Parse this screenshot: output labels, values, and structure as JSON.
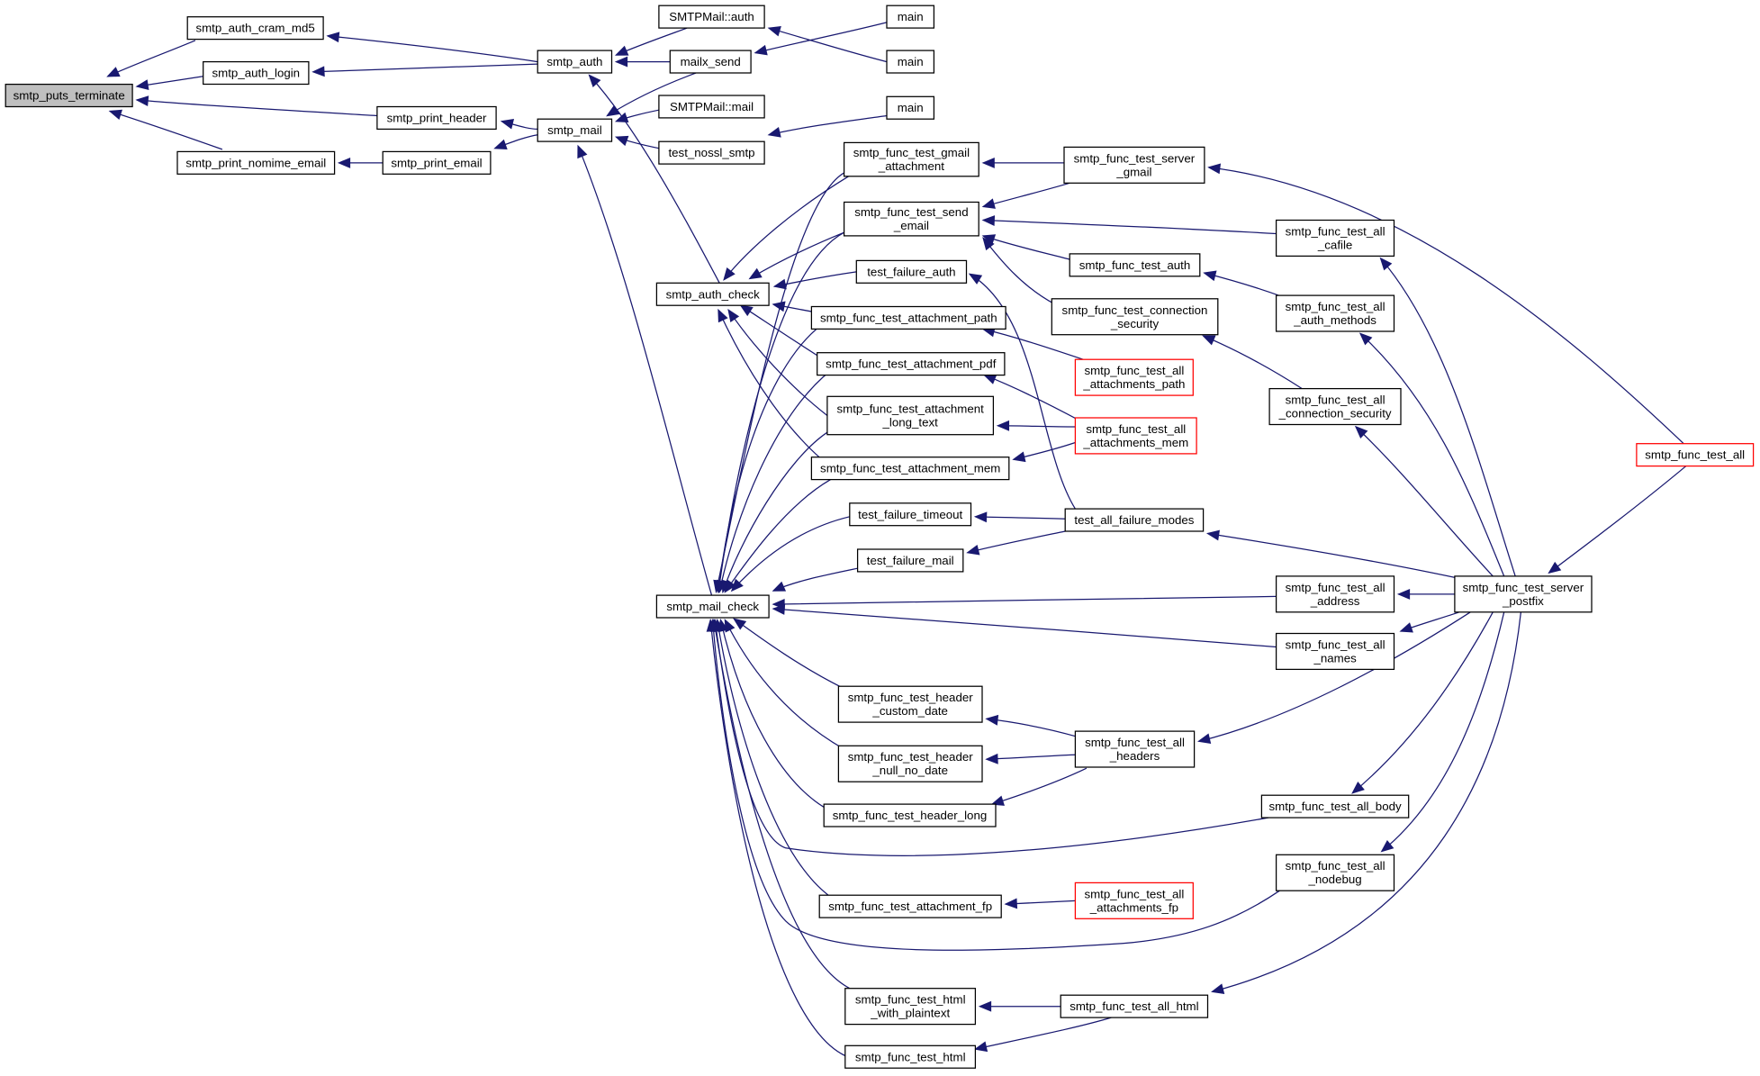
{
  "colors": {
    "edge": "#191970",
    "node_border": "#000000",
    "node_fill": "#ffffff",
    "root_fill": "#bfbfbf",
    "truncated_border": "#ff0000"
  },
  "nodes": [
    {
      "id": "n0",
      "lines": [
        "smtp_puts_terminate"
      ],
      "root": true
    },
    {
      "id": "n1",
      "lines": [
        "smtp_auth_cram_md5"
      ]
    },
    {
      "id": "n2",
      "lines": [
        "smtp_auth_login"
      ]
    },
    {
      "id": "n3",
      "lines": [
        "smtp_print_header"
      ]
    },
    {
      "id": "n4",
      "lines": [
        "smtp_print_nomime_email"
      ]
    },
    {
      "id": "n5",
      "lines": [
        "smtp_print_email"
      ]
    },
    {
      "id": "n6",
      "lines": [
        "smtp_auth"
      ]
    },
    {
      "id": "n7",
      "lines": [
        "smtp_mail"
      ]
    },
    {
      "id": "n8",
      "lines": [
        "SMTPMail::auth"
      ]
    },
    {
      "id": "n9",
      "lines": [
        "mailx_send"
      ]
    },
    {
      "id": "n10",
      "lines": [
        "SMTPMail::mail"
      ]
    },
    {
      "id": "n11",
      "lines": [
        "test_nossl_smtp"
      ]
    },
    {
      "id": "n12",
      "lines": [
        "main"
      ]
    },
    {
      "id": "n13",
      "lines": [
        "main"
      ]
    },
    {
      "id": "n14",
      "lines": [
        "main"
      ]
    },
    {
      "id": "n15",
      "lines": [
        "smtp_auth_check"
      ]
    },
    {
      "id": "n16",
      "lines": [
        "smtp_mail_check"
      ]
    },
    {
      "id": "n17",
      "lines": [
        "smtp_func_test_gmail",
        "_attachment"
      ]
    },
    {
      "id": "n18",
      "lines": [
        "smtp_func_test_send",
        "_email"
      ]
    },
    {
      "id": "n19",
      "lines": [
        "test_failure_auth"
      ]
    },
    {
      "id": "n20",
      "lines": [
        "smtp_func_test_attachment_path"
      ]
    },
    {
      "id": "n21",
      "lines": [
        "smtp_func_test_attachment_pdf"
      ]
    },
    {
      "id": "n22",
      "lines": [
        "smtp_func_test_attachment",
        "_long_text"
      ]
    },
    {
      "id": "n23",
      "lines": [
        "smtp_func_test_attachment_mem"
      ]
    },
    {
      "id": "n24",
      "lines": [
        "test_failure_timeout"
      ]
    },
    {
      "id": "n25",
      "lines": [
        "test_failure_mail"
      ]
    },
    {
      "id": "n26",
      "lines": [
        "smtp_func_test_header",
        "_custom_date"
      ]
    },
    {
      "id": "n27",
      "lines": [
        "smtp_func_test_header",
        "_null_no_date"
      ]
    },
    {
      "id": "n28",
      "lines": [
        "smtp_func_test_header_long"
      ]
    },
    {
      "id": "n29",
      "lines": [
        "smtp_func_test_attachment_fp"
      ]
    },
    {
      "id": "n30",
      "lines": [
        "smtp_func_test_html",
        "_with_plaintext"
      ]
    },
    {
      "id": "n31",
      "lines": [
        "smtp_func_test_html"
      ]
    },
    {
      "id": "n32",
      "lines": [
        "smtp_func_test_server",
        "_gmail"
      ]
    },
    {
      "id": "n33",
      "lines": [
        "smtp_func_test_auth"
      ]
    },
    {
      "id": "n34",
      "lines": [
        "smtp_func_test_connection",
        "_security"
      ]
    },
    {
      "id": "n35",
      "lines": [
        "smtp_func_test_all",
        "_attachments_path"
      ],
      "truncated": true
    },
    {
      "id": "n36",
      "lines": [
        "smtp_func_test_all",
        "_attachments_mem"
      ],
      "truncated": true
    },
    {
      "id": "n37",
      "lines": [
        "test_all_failure_modes"
      ]
    },
    {
      "id": "n38",
      "lines": [
        "smtp_func_test_all",
        "_headers"
      ]
    },
    {
      "id": "n39",
      "lines": [
        "smtp_func_test_all",
        "_attachments_fp"
      ],
      "truncated": true
    },
    {
      "id": "n40",
      "lines": [
        "smtp_func_test_all_html"
      ]
    },
    {
      "id": "n41",
      "lines": [
        "smtp_func_test_all",
        "_cafile"
      ]
    },
    {
      "id": "n42",
      "lines": [
        "smtp_func_test_all",
        "_auth_methods"
      ]
    },
    {
      "id": "n43",
      "lines": [
        "smtp_func_test_all",
        "_connection_security"
      ]
    },
    {
      "id": "n44",
      "lines": [
        "smtp_func_test_all",
        "_address"
      ]
    },
    {
      "id": "n45",
      "lines": [
        "smtp_func_test_all",
        "_names"
      ]
    },
    {
      "id": "n46",
      "lines": [
        "smtp_func_test_all_body"
      ]
    },
    {
      "id": "n47",
      "lines": [
        "smtp_func_test_all",
        "_nodebug"
      ]
    },
    {
      "id": "n48",
      "lines": [
        "smtp_func_test_server",
        "_postfix"
      ]
    },
    {
      "id": "n49",
      "lines": [
        "smtp_func_test_all"
      ],
      "truncated": true
    }
  ]
}
